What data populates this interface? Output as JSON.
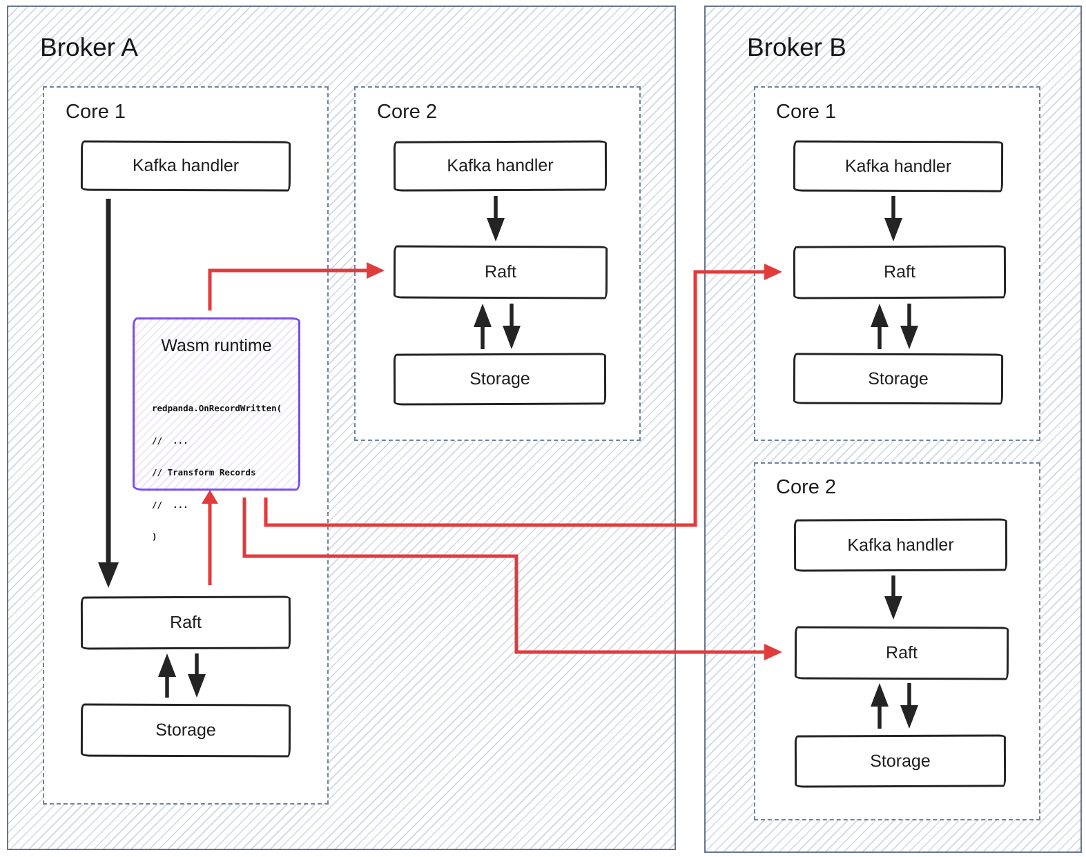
{
  "brokers": [
    {
      "title": "Broker A",
      "cores": [
        {
          "title": "Core 1",
          "nodes": {
            "kafka": "Kafka handler",
            "raft": "Raft",
            "storage": "Storage"
          },
          "wasm": {
            "title": "Wasm runtime",
            "code_lines": [
              "redpanda.OnRecordWritten(",
              "//  ...",
              "// Transform Records",
              "//  ...",
              ")"
            ]
          }
        },
        {
          "title": "Core 2",
          "nodes": {
            "kafka": "Kafka handler",
            "raft": "Raft",
            "storage": "Storage"
          }
        }
      ]
    },
    {
      "title": "Broker B",
      "cores": [
        {
          "title": "Core 1",
          "nodes": {
            "kafka": "Kafka handler",
            "raft": "Raft",
            "storage": "Storage"
          }
        },
        {
          "title": "Core 2",
          "nodes": {
            "kafka": "Kafka handler",
            "raft": "Raft",
            "storage": "Storage"
          }
        }
      ]
    }
  ],
  "edges": [
    {
      "from": "broker-a/core-1/kafka-handler",
      "to": "broker-a/core-1/raft",
      "style": "black"
    },
    {
      "from": "broker-a/core-1/raft",
      "to": "broker-a/core-1/storage",
      "style": "black-bidirectional"
    },
    {
      "from": "broker-a/core-1/raft",
      "to": "broker-a/core-1/wasm-runtime",
      "style": "red"
    },
    {
      "from": "broker-a/core-1/wasm-runtime",
      "to": "broker-a/core-2/raft",
      "style": "red"
    },
    {
      "from": "broker-a/core-1/wasm-runtime",
      "to": "broker-b/core-1/raft",
      "style": "red"
    },
    {
      "from": "broker-a/core-1/wasm-runtime",
      "to": "broker-b/core-2/raft",
      "style": "red"
    },
    {
      "from": "broker-a/core-2/kafka-handler",
      "to": "broker-a/core-2/raft",
      "style": "black"
    },
    {
      "from": "broker-a/core-2/raft",
      "to": "broker-a/core-2/storage",
      "style": "black-bidirectional"
    },
    {
      "from": "broker-b/core-1/kafka-handler",
      "to": "broker-b/core-1/raft",
      "style": "black"
    },
    {
      "from": "broker-b/core-1/raft",
      "to": "broker-b/core-1/storage",
      "style": "black-bidirectional"
    },
    {
      "from": "broker-b/core-2/kafka-handler",
      "to": "broker-b/core-2/raft",
      "style": "black"
    },
    {
      "from": "broker-b/core-2/raft",
      "to": "broker-b/core-2/storage",
      "style": "black-bidirectional"
    }
  ],
  "colors": {
    "accent-red": "#e13b3b",
    "accent-purple": "#7a4df0",
    "frame-blue": "#68758e",
    "dash-blue": "#73819c",
    "node-black": "#242424",
    "hatch-blue": "rgba(148,166,194,0.45)",
    "hatch-purple": "rgba(122,77,240,0.18)"
  }
}
